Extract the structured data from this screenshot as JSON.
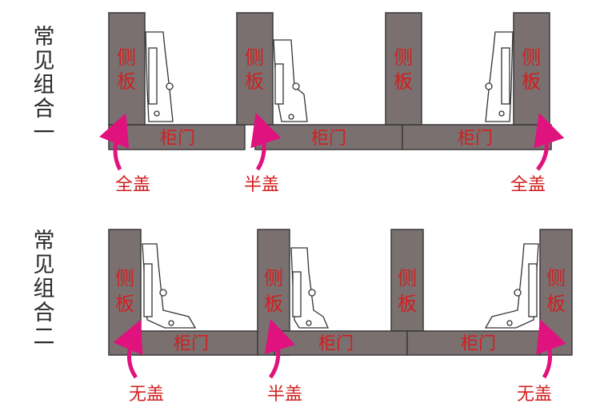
{
  "groups": [
    {
      "label_chars": [
        "常",
        "见",
        "组",
        "合",
        "一"
      ],
      "panels": [
        {
          "chars": [
            "侧",
            "板"
          ]
        },
        {
          "chars": [
            "侧",
            "板"
          ]
        },
        {
          "chars": [
            "侧",
            "板"
          ]
        },
        {
          "chars": [
            "侧",
            "板"
          ]
        }
      ],
      "doors": [
        {
          "label": "柜门"
        },
        {
          "label": "柜门"
        },
        {
          "label": "柜门"
        }
      ],
      "covers": [
        {
          "label": "全盖"
        },
        {
          "label": "半盖"
        },
        {
          "label": "全盖"
        }
      ]
    },
    {
      "label_chars": [
        "常",
        "见",
        "组",
        "合",
        "二"
      ],
      "panels": [
        {
          "chars": [
            "侧",
            "板"
          ]
        },
        {
          "chars": [
            "侧",
            "板"
          ]
        },
        {
          "chars": [
            "侧",
            "板"
          ]
        },
        {
          "chars": [
            "侧",
            "板"
          ]
        }
      ],
      "doors": [
        {
          "label": "柜门"
        },
        {
          "label": "柜门"
        },
        {
          "label": "柜门"
        }
      ],
      "covers": [
        {
          "label": "无盖"
        },
        {
          "label": "半盖"
        },
        {
          "label": "无盖"
        }
      ]
    }
  ],
  "colors": {
    "panel_fill": "#7a7070",
    "door_fill": "#7a7070",
    "label_red": "#d21f1f",
    "arrow_magenta": "#e0127e",
    "hinge_stroke": "#333333"
  }
}
